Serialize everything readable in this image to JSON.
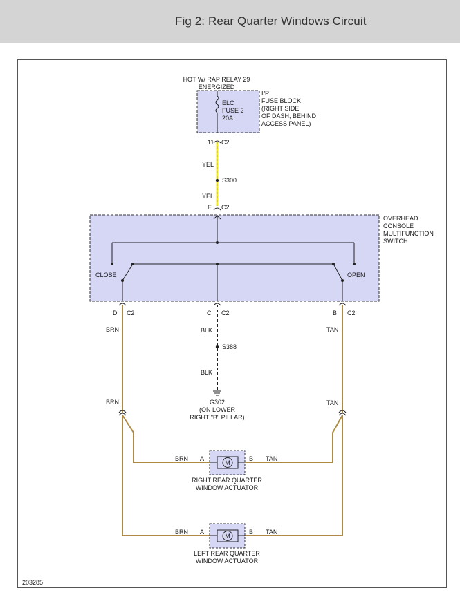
{
  "header": {
    "title": "Fig 2: Rear Quarter Windows Circuit"
  },
  "power": {
    "source_line1": "HOT W/ RAP RELAY 29",
    "source_line2": "ENERGIZED",
    "fuse_line1": "ELC",
    "fuse_line2": "FUSE 2",
    "fuse_line3": "20A",
    "block_line1": "I/P",
    "block_line2": "FUSE BLOCK",
    "block_line3": "(RIGHT SIDE",
    "block_line4": "OF DASH, BEHIND",
    "block_line5": "ACCESS PANEL)"
  },
  "connectors": {
    "fuse_pin": "11",
    "fuse_conn": "C2",
    "switch_in_pin": "E",
    "switch_in_conn": "C2",
    "d_pin": "D",
    "d_conn": "C2",
    "c_pin": "C",
    "c_conn": "C2",
    "b_pin": "B",
    "b_conn": "C2"
  },
  "wires": {
    "yel_top": "YEL",
    "yel_bottom": "YEL",
    "brn_upper": "BRN",
    "brn_lower": "BRN",
    "blk_upper": "BLK",
    "blk_lower": "BLK",
    "tan_upper": "TAN",
    "tan_lower": "TAN",
    "act1_left": "BRN",
    "act1_right": "TAN",
    "act2_left": "BRN",
    "act2_right": "TAN"
  },
  "splices": {
    "s300": "S300",
    "s388": "S388"
  },
  "switch": {
    "line1": "OVERHEAD",
    "line2": "CONSOLE",
    "line3": "MULTIFUNCTION",
    "line4": "SWITCH",
    "close": "CLOSE",
    "open": "OPEN"
  },
  "ground": {
    "name": "G302",
    "loc1": "(ON LOWER",
    "loc2": "RIGHT \"B\" PILLAR)"
  },
  "actuators": {
    "right_line1": "RIGHT REAR QUARTER",
    "right_line2": "WINDOW ACTUATOR",
    "left_line1": "LEFT REAR QUARTER",
    "left_line2": "WINDOW ACTUATOR",
    "motor": "M",
    "pin_a": "A",
    "pin_b": "B"
  },
  "figure_id": "203285",
  "colors": {
    "header_bg": "#d4d4d4",
    "component_fill": "#d6d6f5",
    "wire_yellow": "#f2ea2a",
    "wire_brown": "#ad8b47",
    "wire_tan": "#ad8b47",
    "wire_black": "#222222"
  }
}
